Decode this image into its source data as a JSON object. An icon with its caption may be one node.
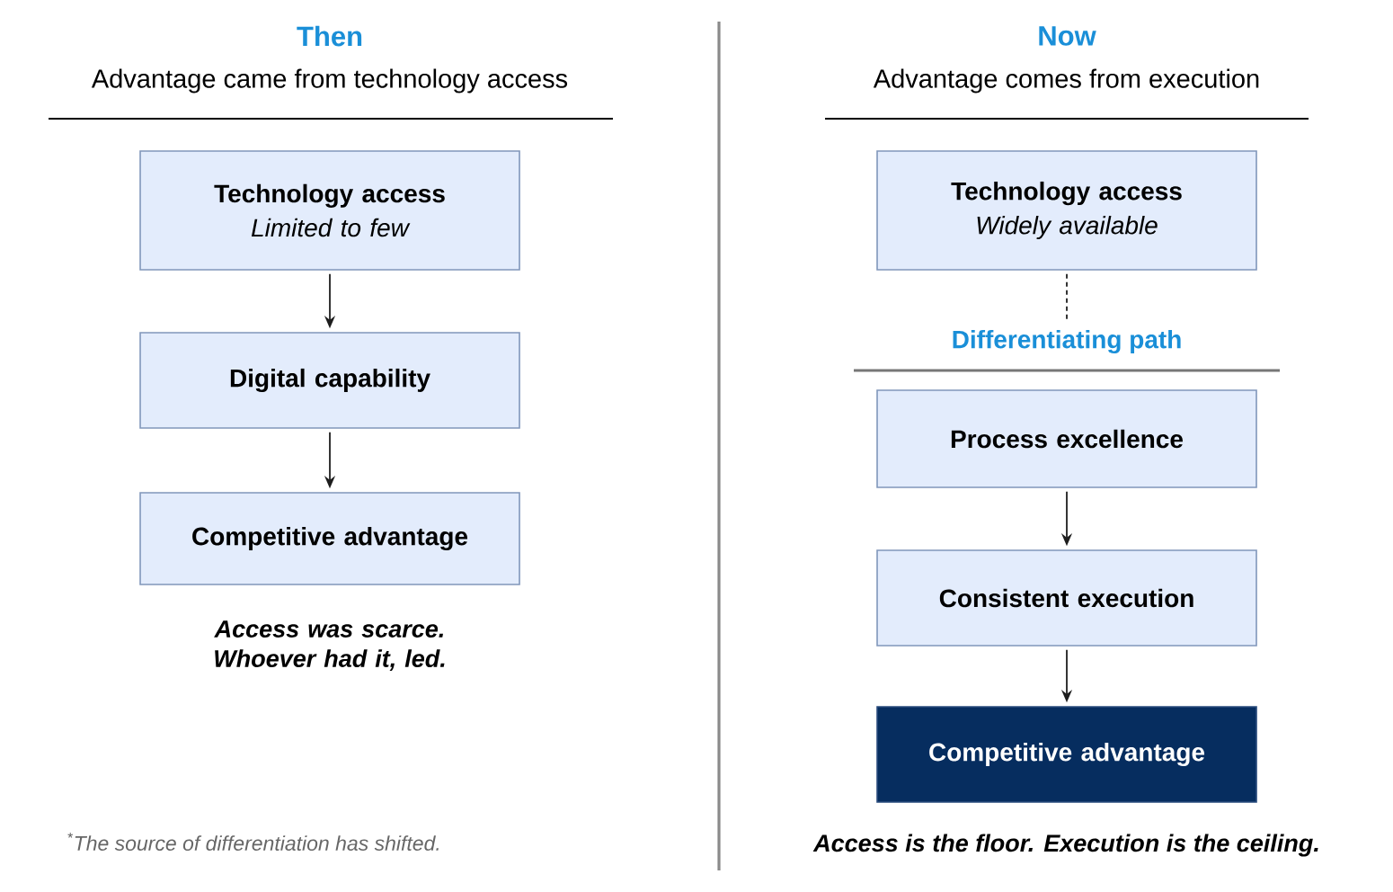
{
  "diagram": {
    "nodes": [
      {
        "text": [
          "Technology access",
          "Limited to few"
        ]
      },
      {
        "text": [
          "Digital capability"
        ]
      },
      {
        "text": [
          "Competitive advantage"
        ]
      },
      {
        "text": [
          "Technology access",
          "Widely available"
        ]
      },
      {
        "text": [
          "Differentiating path"
        ]
      },
      {
        "text": [
          "Process excellence"
        ]
      },
      {
        "text": [
          "Consistent execution"
        ]
      },
      {
        "text": [
          "Competitive advantage"
        ]
      }
    ],
    "edges": [
      {
        "from": 0,
        "to": 1,
        "arrow": "to"
      },
      {
        "from": 1,
        "to": 2,
        "arrow": "to"
      },
      {
        "from": 3,
        "to": 4,
        "arrow": "none",
        "style": "dashed"
      },
      {
        "from": 5,
        "to": 6,
        "arrow": "to"
      },
      {
        "from": 6,
        "to": 7,
        "arrow": "to"
      }
    ],
    "labels": [
      "Then",
      "Advantage came from technology access",
      "Access was scarce. Whoever had it, led.",
      "$^{*}$The source of differentiation has shifted.",
      "Now",
      "Advantage comes from execution",
      "Access is the floor. Execution is the ceiling."
    ]
  }
}
